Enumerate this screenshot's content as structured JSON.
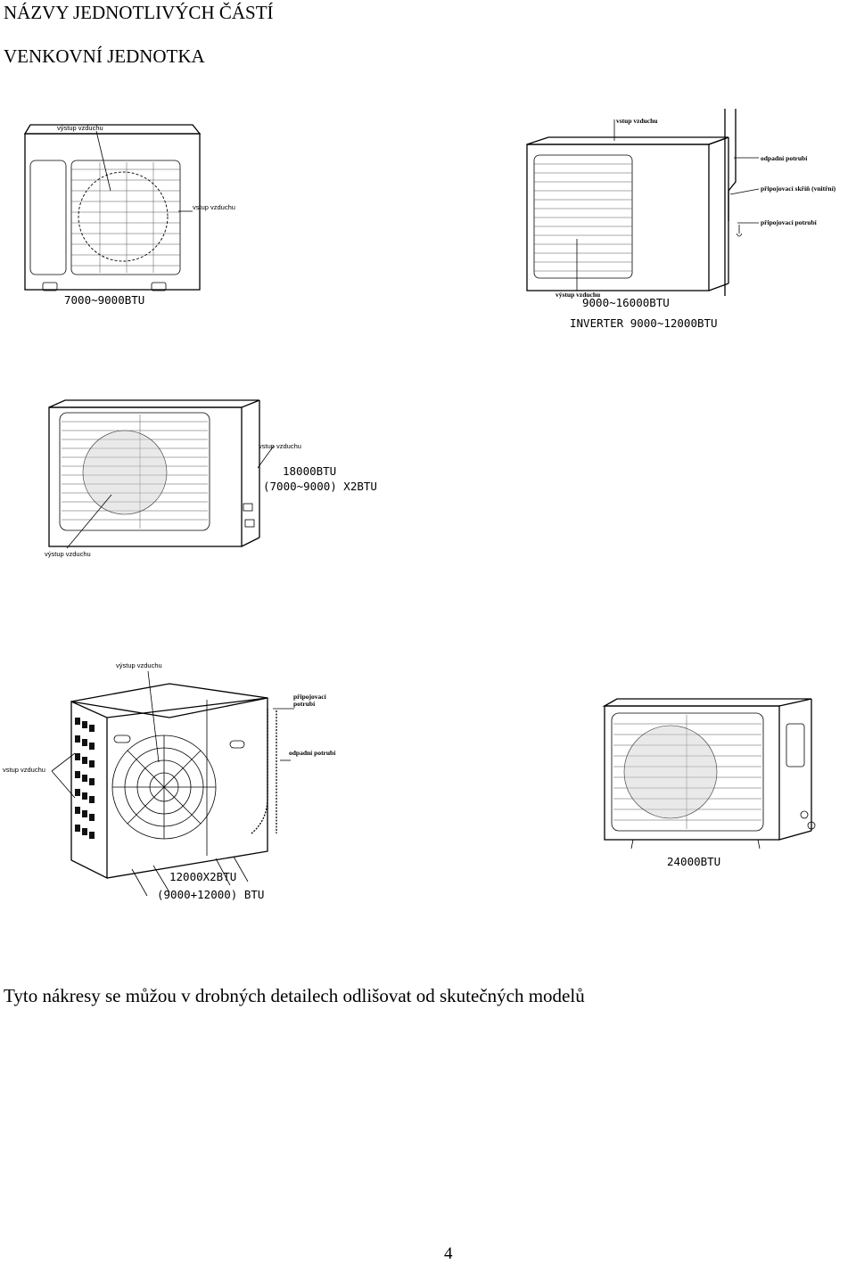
{
  "page": {
    "title": "NÁZVY JEDNOTLIVÝCH ČÁSTÍ",
    "subtitle": "VENKOVNÍ JEDNOTKA",
    "note": "Tyto nákresy se můžou v drobných detailech odlišovat od skutečných modelů",
    "page_number": "4"
  },
  "figures": {
    "fig1": {
      "air_outlet": "výstup vzduchu",
      "air_inlet": "vstup vzduchu",
      "model": "7000~9000BTU"
    },
    "fig2": {
      "air_inlet": "vstup vzduchu",
      "drain_pipe": "odpadní potrubí",
      "connecting_box": "připojovací skříň (vnitřní)",
      "connecting_pipe": "připojovací potrubí",
      "air_outlet": "výstup vzduchu",
      "model_line1": "9000~16000BTU",
      "model_line2": "INVERTER 9000~12000BTU"
    },
    "fig3": {
      "air_inlet": "vstup vzduchu",
      "air_outlet": "výstup vzduchu",
      "model_line1": "18000BTU",
      "model_line2": "(7000~9000) X2BTU"
    },
    "fig4": {
      "air_outlet": "výstup vzduchu",
      "connecting_pipe_1": "připojovací",
      "connecting_pipe_2": "potrubí",
      "drain_pipe": "odpadní potrubí",
      "air_inlet": "vstup vzduchu",
      "model_line1": "12000X2BTU",
      "model_line2": "(9000+12000) BTU"
    },
    "fig5": {
      "model": "24000BTU"
    }
  }
}
